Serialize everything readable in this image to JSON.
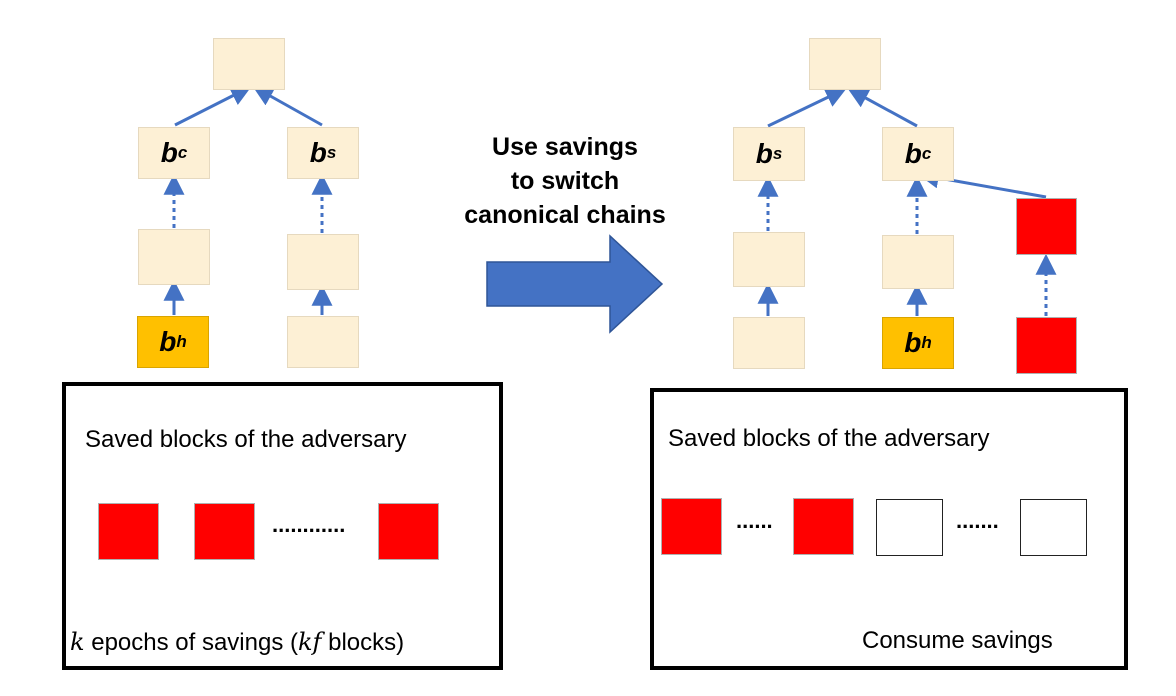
{
  "labels": {
    "bc_base": "b",
    "bc_sub": "c",
    "bs_base": "b",
    "bs_sub": "s",
    "bh_base": "b",
    "bh_sub": "h"
  },
  "middle_text": {
    "line1": "Use savings",
    "line2": "to switch",
    "line3": "canonical chains"
  },
  "left_panel": {
    "title": "Saved blocks of the adversary",
    "dots": "............",
    "caption_k": "k",
    "caption_mid": " epochs of savings (",
    "caption_kf": "kf",
    "caption_end": " blocks)"
  },
  "right_panel": {
    "title": "Saved blocks of the adversary",
    "dots1": "......",
    "dots2": ".......",
    "caption": "Consume savings"
  },
  "colors": {
    "block_fill": "#fdf0d5",
    "highlight_block": "#ffc000",
    "adversary_block": "#ff0000",
    "arrow": "#4472c4"
  }
}
